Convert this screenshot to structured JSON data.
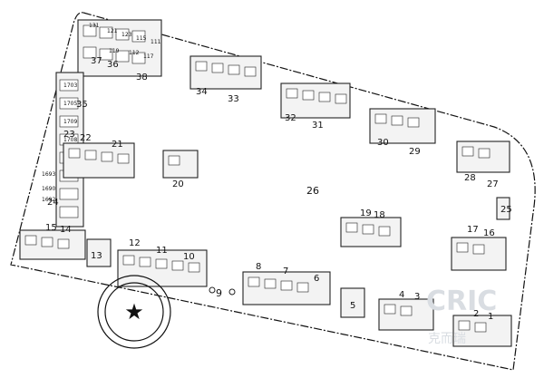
{
  "site_labels": {
    "open_area": "26",
    "kiosk": "9"
  },
  "building_labels": [
    "1",
    "2",
    "3",
    "4",
    "5",
    "6",
    "7",
    "8",
    "10",
    "11",
    "12",
    "13",
    "14",
    "15",
    "16",
    "17",
    "18",
    "19",
    "20",
    "21",
    "22",
    "23",
    "24",
    "25",
    "27",
    "28",
    "29",
    "30",
    "31",
    "32",
    "33",
    "34",
    "35",
    "36",
    "37",
    "38"
  ],
  "unit_tags": [
    "131",
    "121",
    "123",
    "115",
    "111",
    "112",
    "117",
    "119",
    "1703",
    "1705",
    "1709",
    "1708",
    "1693",
    "1690",
    "1692"
  ],
  "stamp": {
    "center_symbol": "★"
  },
  "watermark": {
    "brand": "CRIC",
    "sub": "克而瑞"
  }
}
